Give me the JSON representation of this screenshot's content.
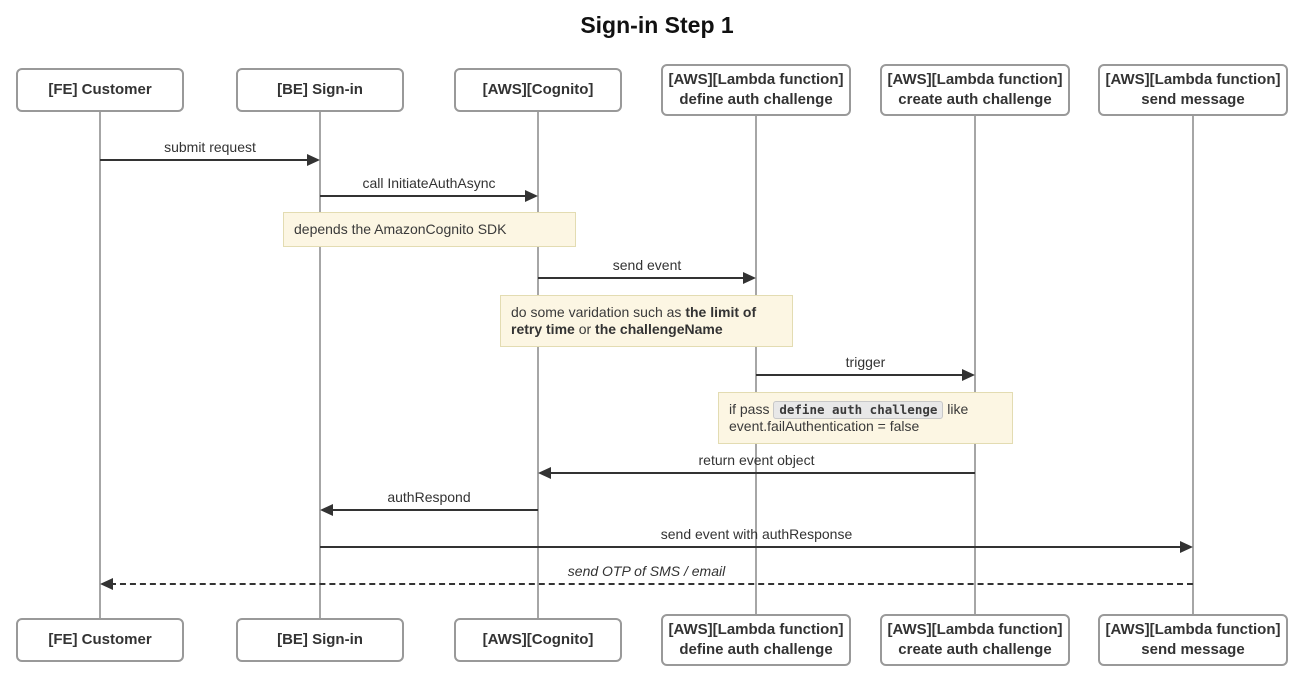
{
  "title": "Sign-in Step 1",
  "colors": {
    "actor_border": "#999999",
    "actor_text": "#333333",
    "lifeline": "#a6a6a6",
    "arrow": "#333333",
    "note_bg": "#fcf6e3",
    "note_border": "#e3dcb2",
    "code_bg": "#e8e8e8"
  },
  "actors": [
    {
      "id": "fe-customer",
      "lines": [
        "[FE] Customer"
      ]
    },
    {
      "id": "be-sign-in",
      "lines": [
        "[BE] Sign-in"
      ]
    },
    {
      "id": "aws-cognito",
      "lines": [
        "[AWS][Cognito]"
      ]
    },
    {
      "id": "lambda-define-auth-challenge",
      "lines": [
        "[AWS][Lambda function]",
        "define auth challenge"
      ]
    },
    {
      "id": "lambda-create-auth-challenge",
      "lines": [
        "[AWS][Lambda function]",
        "create auth challenge"
      ]
    },
    {
      "id": "lambda-send-message",
      "lines": [
        "[AWS][Lambda function]",
        "send message"
      ]
    }
  ],
  "messages": [
    {
      "label": "submit request",
      "from": 0,
      "to": 1,
      "dashed": false,
      "italic": false
    },
    {
      "label": "call InitiateAuthAsync",
      "from": 1,
      "to": 2,
      "dashed": false,
      "italic": false
    },
    {
      "label": "send event",
      "from": 2,
      "to": 3,
      "dashed": false,
      "italic": false
    },
    {
      "label": "trigger",
      "from": 3,
      "to": 4,
      "dashed": false,
      "italic": false
    },
    {
      "label": "return event object",
      "from": 4,
      "to": 2,
      "dashed": false,
      "italic": false
    },
    {
      "label": "authRespond",
      "from": 2,
      "to": 1,
      "dashed": false,
      "italic": false
    },
    {
      "label": "send event with authResponse",
      "from": 1,
      "to": 5,
      "dashed": false,
      "italic": false
    },
    {
      "label": "send OTP of SMS / email",
      "from": 5,
      "to": 0,
      "dashed": true,
      "italic": true
    }
  ],
  "notes": [
    {
      "segments": [
        {
          "text": "depends the AmazonCognito SDK"
        }
      ]
    },
    {
      "segments": [
        {
          "text": "do some varidation such as "
        },
        {
          "text": "the limit of retry time",
          "bold": true
        },
        {
          "text": " or "
        },
        {
          "text": "the challengeName",
          "bold": true
        }
      ]
    },
    {
      "segments": [
        {
          "text": "if pass "
        },
        {
          "text": "define auth challenge",
          "code": true
        },
        {
          "text": " like event.failAuthentication = false"
        }
      ]
    }
  ]
}
